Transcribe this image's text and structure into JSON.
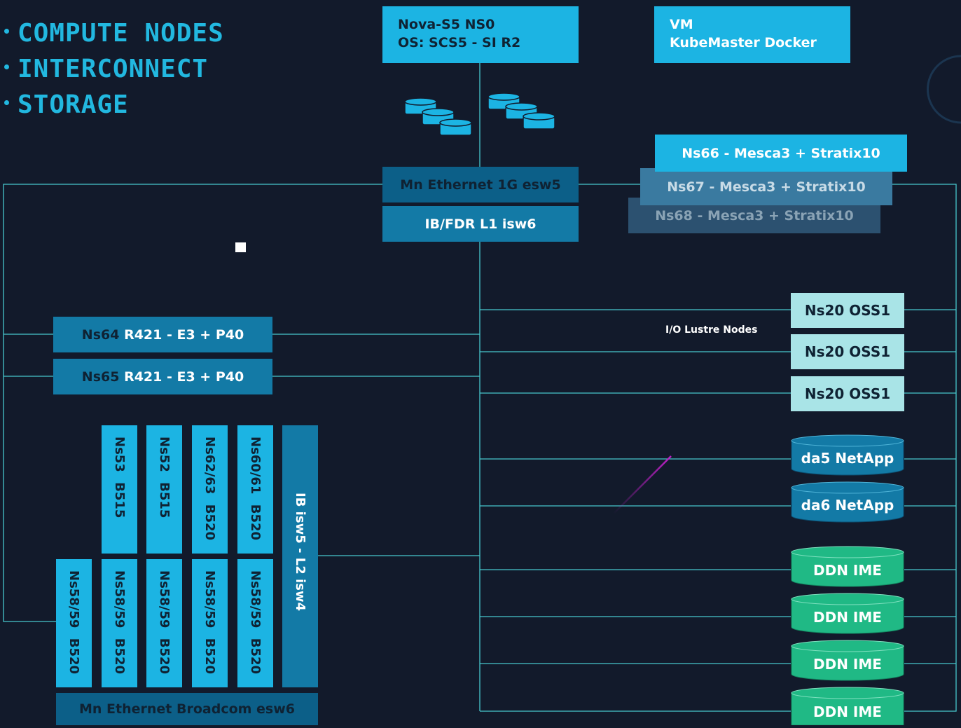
{
  "legend": [
    "COMPUTE NODES",
    "INTERCONNECT",
    "STORAGE"
  ],
  "head_node": {
    "line1": "Nova-S5 NS0",
    "line2": "OS: SCS5 - SI R2"
  },
  "vm_node": {
    "line1": "VM",
    "line2": "KubeMaster Docker"
  },
  "switches": {
    "mn_eth": "Mn Ethernet 1G esw5",
    "ib_fdr": "IB/FDR L1 isw6",
    "ib_isw5": "IB isw5 - L2 isw4",
    "mn_eth_broadcom": "Mn Ethernet Broadcom esw6"
  },
  "fpga_nodes": [
    {
      "id": "Ns66",
      "desc": " - Mesca3 + Stratix10"
    },
    {
      "id": "Ns67",
      "desc": " - Mesca3 + Stratix10"
    },
    {
      "id": "Ns68",
      "desc": " - Mesca3 + Stratix10"
    }
  ],
  "gpu_nodes": [
    {
      "id": "Ns64",
      "desc": " R421 - E3 + P40"
    },
    {
      "id": "Ns65",
      "desc": " R421 - E3 + P40"
    }
  ],
  "blade_top": [
    {
      "id": "Ns53",
      "desc": " B515"
    },
    {
      "id": "Ns52",
      "desc": " B515"
    },
    {
      "id": "Ns62/63",
      "desc": " B520"
    },
    {
      "id": "Ns60/61",
      "desc": " B520"
    }
  ],
  "blade_bottom": [
    {
      "id": "Ns58/59",
      "desc": " B520"
    },
    {
      "id": "Ns58/59",
      "desc": " B520"
    },
    {
      "id": "Ns58/59",
      "desc": " B520"
    },
    {
      "id": "Ns58/59",
      "desc": " B520"
    },
    {
      "id": "Ns58/59",
      "desc": " B520"
    }
  ],
  "io_label": "I/O Lustre Nodes",
  "oss_nodes": [
    {
      "id": "Ns20",
      "desc": " OSS1"
    },
    {
      "id": "Ns20",
      "desc": " OSS1"
    },
    {
      "id": "Ns20",
      "desc": " OSS1"
    }
  ],
  "netapp": [
    "da5 NetApp",
    "da6 NetApp"
  ],
  "ddn": [
    "DDN IME",
    "DDN IME",
    "DDN IME",
    "DDN IME"
  ],
  "colors": {
    "background": "#121a2b",
    "cyan": "#1cb4e3",
    "blue_mid": "#137aa6",
    "blue_dark": "#0c5f88",
    "teal_light": "#a9e4e7",
    "green": "#20b985",
    "line": "#47c6cc"
  }
}
